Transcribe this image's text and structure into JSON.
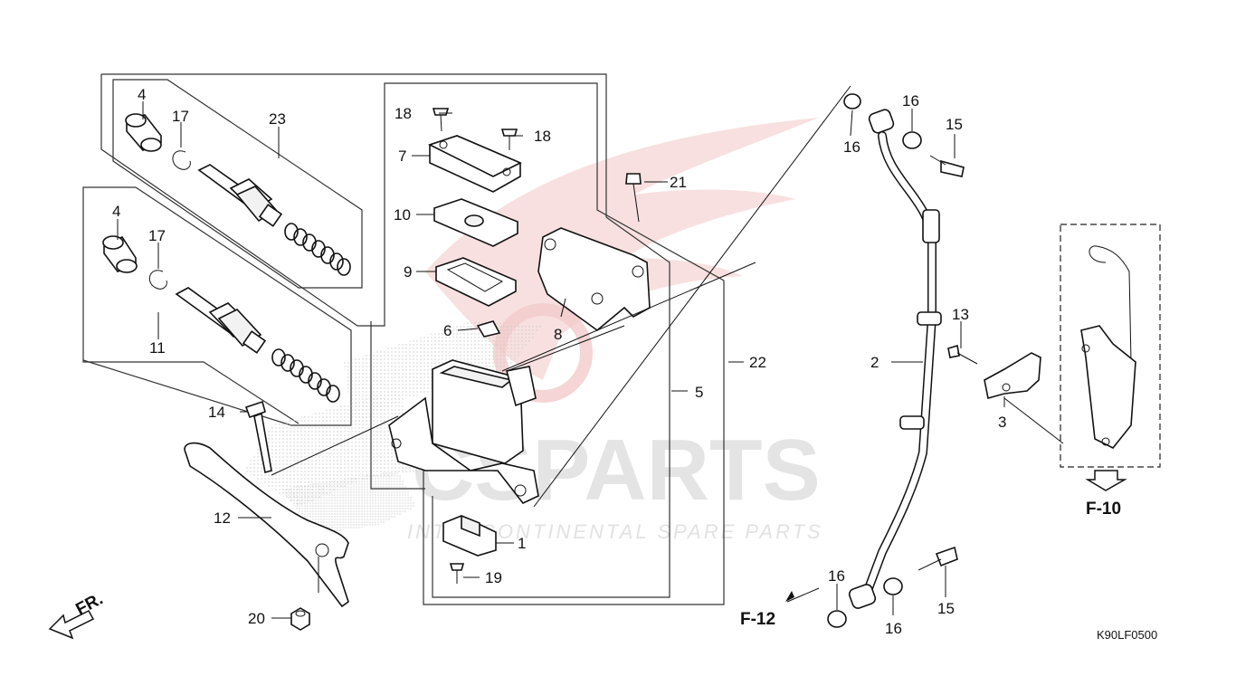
{
  "watermark": {
    "brand": "CSPARTS",
    "tagline": "INTERCONTINENTAL SPARE PARTS"
  },
  "callouts": {
    "c1": "1",
    "c2": "2",
    "c3": "3",
    "c4a": "4",
    "c4b": "4",
    "c5": "5",
    "c6": "6",
    "c7": "7",
    "c8": "8",
    "c9": "9",
    "c10": "10",
    "c11": "11",
    "c12": "12",
    "c13": "13",
    "c14": "14",
    "c15a": "15",
    "c15b": "15",
    "c16a": "16",
    "c16b": "16",
    "c16c": "16",
    "c16d": "16",
    "c17a": "17",
    "c17b": "17",
    "c18a": "18",
    "c18b": "18",
    "c19": "19",
    "c20": "20",
    "c21": "21",
    "c22": "22",
    "c23": "23"
  },
  "references": {
    "f10": "F-10",
    "f12": "F-12",
    "front": "FR."
  },
  "diagram_code": "K90LF0500",
  "colors": {
    "line": "#111111",
    "watermark_red": "#f3c9c9",
    "watermark_gray": "#e4e4e4",
    "background": "#ffffff"
  }
}
